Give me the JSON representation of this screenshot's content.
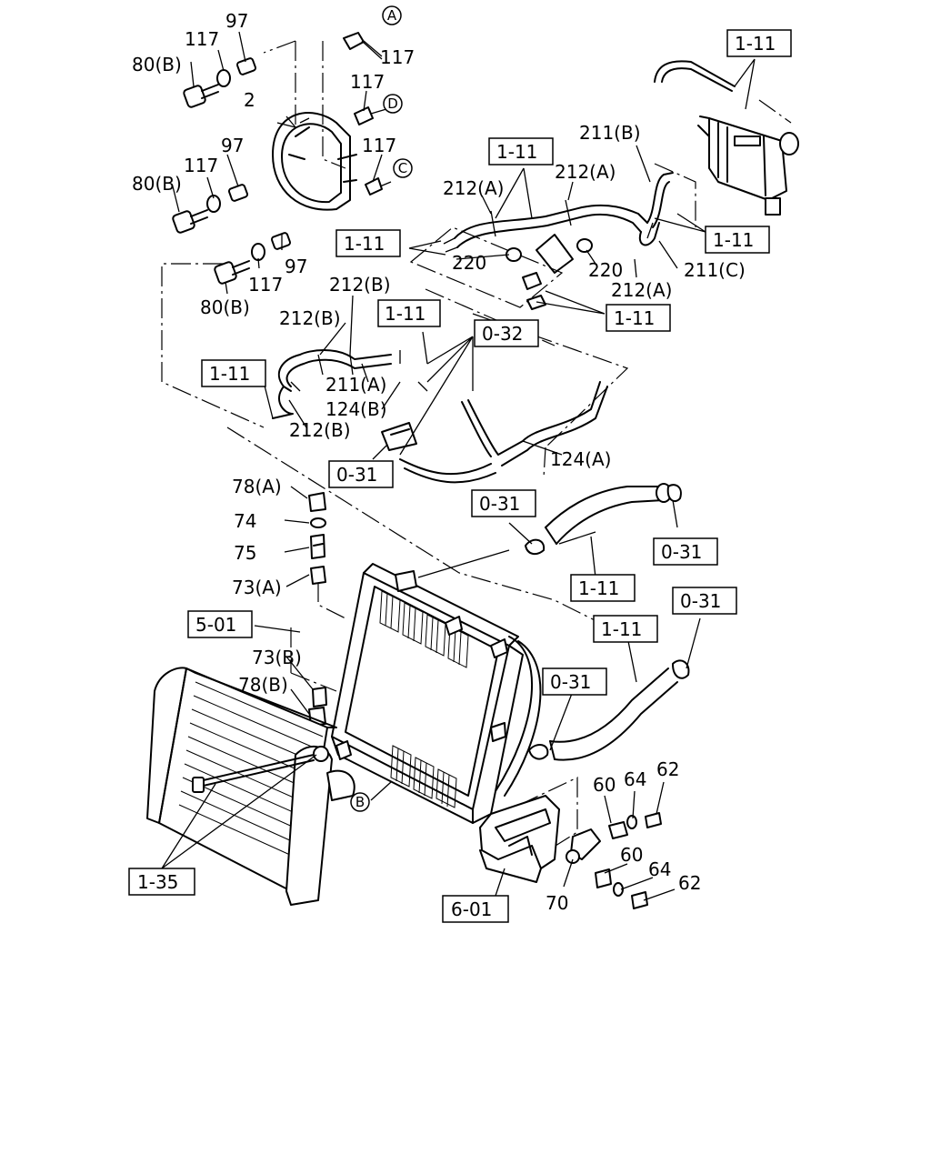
{
  "part_labels": {
    "p97a": "97",
    "p117a": "117",
    "p80a": "80(B)",
    "p117b": "117",
    "p2": "2",
    "p117c": "117",
    "p97b": "97",
    "p117d": "117",
    "p80b": "80(B)",
    "p117e": "117",
    "p97c": "97",
    "p117f": "117",
    "p80c": "80(B)",
    "p212a1": "212(A)",
    "p212a2": "212(A)",
    "p211b": "211(B)",
    "p220a": "220",
    "p220b": "220",
    "p212a3": "212(A)",
    "p211c": "211(C)",
    "p212b1": "212(B)",
    "p212b2": "212(B)",
    "p211a": "211(A)",
    "p124b": "124(B)",
    "p212b3": "212(B)",
    "p124a": "124(A)",
    "p78a": "78(A)",
    "p74": "74",
    "p75": "75",
    "p73a": "73(A)",
    "p73b": "73(B)",
    "p78b": "78(B)",
    "p60a": "60",
    "p64a": "64",
    "p62a": "62",
    "p60b": "60",
    "p64b": "64",
    "p62b": "62",
    "p70": "70"
  },
  "ref_boxes": {
    "r1": "1-11",
    "r2": "1-11",
    "r3": "1-11",
    "r4": "1-11",
    "r5": "1-11",
    "r6": "1-11",
    "r7": "1-11",
    "r8": "1-11",
    "r9": "1-11",
    "r10": "0-32",
    "r11": "0-31",
    "r12": "0-31",
    "r13": "0-31",
    "r14": "0-31",
    "r15": "0-31",
    "r16": "5-01",
    "r17": "1-35",
    "r18": "6-01"
  },
  "circle_refs": {
    "cA": "A",
    "cD": "D",
    "cC": "C",
    "cB": "B"
  }
}
